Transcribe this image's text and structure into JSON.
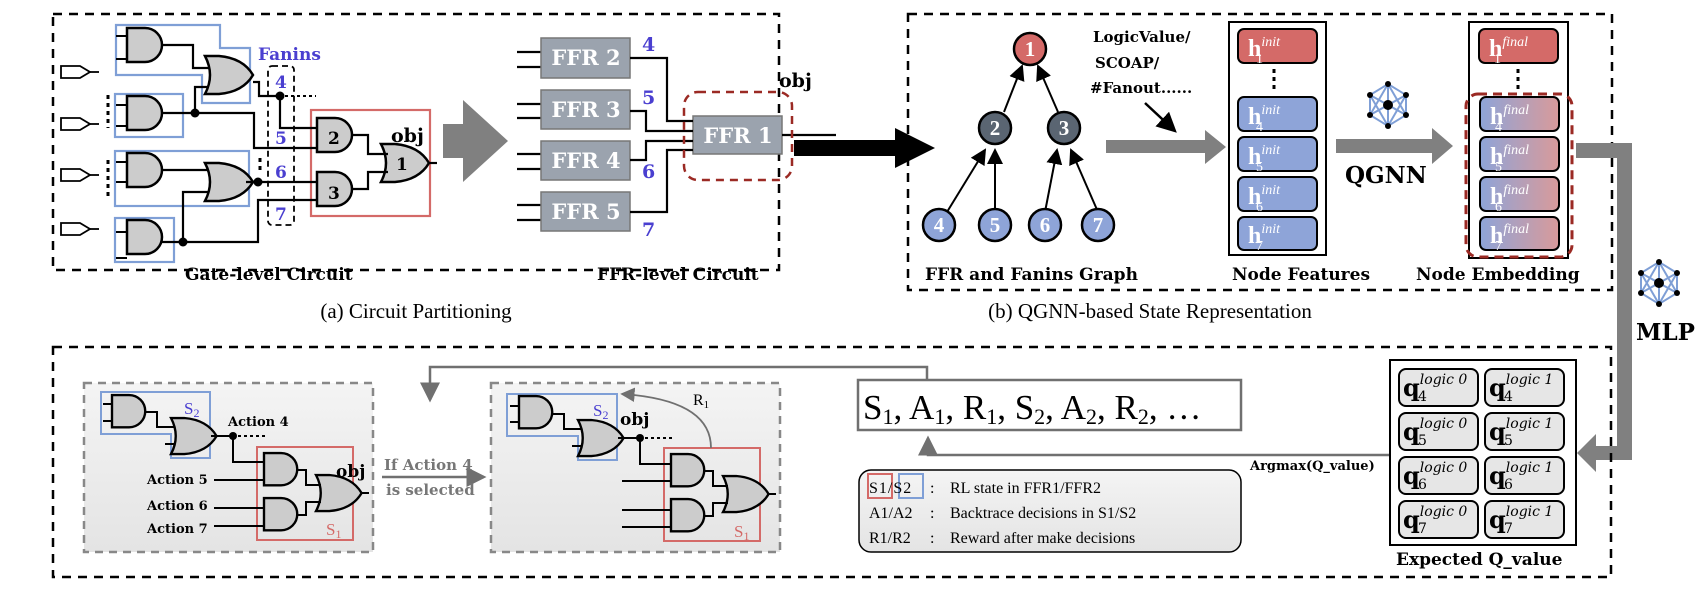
{
  "panel_a": {
    "caption": "(a) Circuit Partitioning",
    "gate_level": {
      "title": "Gate-level Circuit",
      "fanins_label": "Fanins",
      "fanin_numbers": [
        "4",
        "5",
        "6",
        "7"
      ],
      "gate_labels": [
        "2",
        "3",
        "1"
      ],
      "obj_label": "obj"
    },
    "ffr_level": {
      "title": "FFR-level Circuit",
      "blocks": [
        "FFR 2",
        "FFR 3",
        "FFR 4",
        "FFR 5"
      ],
      "target": "FFR 1",
      "numbers": [
        "4",
        "5",
        "6",
        "7"
      ],
      "obj_label": "obj"
    }
  },
  "panel_b": {
    "caption": "(b) QGNN-based State Representation",
    "graph": {
      "title": "FFR and Fanins Graph",
      "nodes": [
        "1",
        "2",
        "3",
        "4",
        "5",
        "6",
        "7"
      ]
    },
    "feature_note": [
      "LogicValue/",
      "SCOAP/",
      "#Fanout......"
    ],
    "node_features": {
      "title": "Node Features",
      "items": [
        {
          "base": "h",
          "sub": "1",
          "sup": "init"
        },
        {
          "base": "h",
          "sub": "4",
          "sup": "init"
        },
        {
          "base": "h",
          "sub": "5",
          "sup": "init"
        },
        {
          "base": "h",
          "sub": "6",
          "sup": "init"
        },
        {
          "base": "h",
          "sub": "7",
          "sup": "init"
        }
      ]
    },
    "qgnn_label": "QGNN",
    "node_embedding": {
      "title": "Node Embedding",
      "items": [
        {
          "base": "h",
          "sub": "1",
          "sup": "final"
        },
        {
          "base": "h",
          "sub": "4",
          "sup": "final"
        },
        {
          "base": "h",
          "sub": "5",
          "sup": "final"
        },
        {
          "base": "h",
          "sub": "6",
          "sup": "final"
        },
        {
          "base": "h",
          "sub": "7",
          "sup": "final"
        }
      ]
    }
  },
  "mlp_label": "MLP",
  "panel_c": {
    "state1": {
      "actions": [
        "Action 4",
        "Action 5",
        "Action 6",
        "Action 7"
      ],
      "s1": "S",
      "s1_sub": "1",
      "s2": "S",
      "s2_sub": "2",
      "obj_label": "obj"
    },
    "transition": [
      "If Action 4",
      "is selected"
    ],
    "state2": {
      "s1": "S",
      "s1_sub": "1",
      "s2": "S",
      "s2_sub": "2",
      "obj_label": "obj",
      "reward": "R",
      "reward_sub": "1"
    },
    "trajectory": [
      {
        "b": "S",
        "s": "1"
      },
      {
        "b": "A",
        "s": "1"
      },
      {
        "b": "R",
        "s": "1"
      },
      {
        "b": "S",
        "s": "2"
      },
      {
        "b": "A",
        "s": "2"
      },
      {
        "b": "R",
        "s": "2"
      }
    ],
    "trajectory_tail": "…",
    "legend": [
      {
        "key": "S1/S2",
        "desc": "RL state in FFR1/FFR2"
      },
      {
        "key": "A1/A2",
        "desc": "Backtrace decisions in S1/S2"
      },
      {
        "key": "R1/R2",
        "desc": "Reward after make decisions"
      }
    ],
    "argmax_label": "Argmax(Q_value)",
    "q_table": {
      "title": "Expected Q_value",
      "rows": [
        {
          "node": "4",
          "cols": [
            "logic 0",
            "logic 1"
          ]
        },
        {
          "node": "5",
          "cols": [
            "logic 0",
            "logic 1"
          ]
        },
        {
          "node": "6",
          "cols": [
            "logic 0",
            "logic 1"
          ]
        },
        {
          "node": "7",
          "cols": [
            "logic 0",
            "logic 1"
          ]
        }
      ]
    }
  },
  "colors": {
    "blue": "#7f9fd6",
    "blue_text": "#4a3fd0",
    "red": "#d46a68",
    "dark_red": "#9b2a24",
    "gate_fill": "#cccccc",
    "ffr_fill": "#9ba3ae",
    "arrow_gray": "#808080",
    "node_dark": "#5a6572"
  }
}
